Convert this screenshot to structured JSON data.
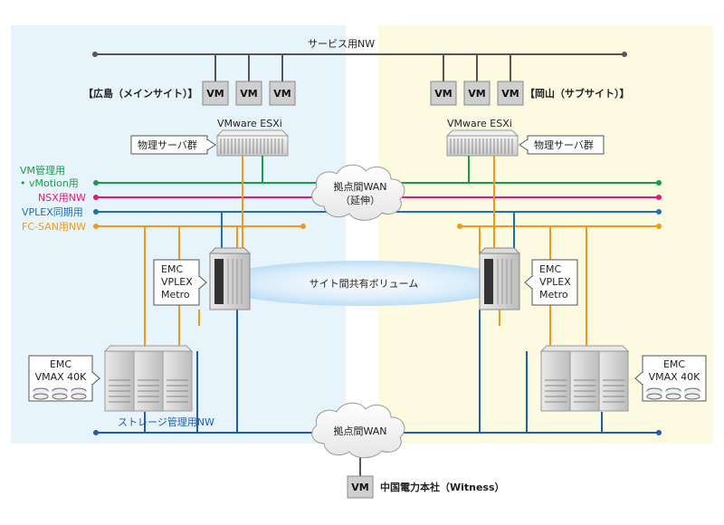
{
  "service_network": "サービス用NW",
  "sites": {
    "left": "【広島（メインサイト）】",
    "right": "【岡山（サブサイト）】"
  },
  "vm_label": "VM",
  "esxi_label": "VMware ESXi",
  "physical_servers": "物理サーバ群",
  "networks": {
    "vm_mgmt_line1": "VM管理用",
    "vm_mgmt_line2": "• vMotion用",
    "nsx": "NSX用NW",
    "vplex_sync": "VPLEX同期用",
    "fc_san": "FC-SAN用NW",
    "storage_mgmt": "ストレージ管理用NW"
  },
  "wan_extended": {
    "line1": "拠点間WAN",
    "line2": "（延伸）"
  },
  "wan": "拠点間WAN",
  "vplex": {
    "line1": "EMC",
    "line2": "VPLEX",
    "line3": "Metro"
  },
  "shared_volume": "サイト間共有ボリューム",
  "vmax": {
    "line1": "EMC",
    "line2": "VMAX 40K"
  },
  "witness": "中国電力本社（Witness）",
  "colors": {
    "left_bg": "#e8f4fc",
    "right_bg": "#fcfbe1",
    "vm_mgmt": "#1a9b4b",
    "nsx": "#e0187b",
    "vplex_sync": "#1f6fb2",
    "fc_san": "#f09a1a",
    "storage_mgmt": "#1f5fa8",
    "service": "#555555"
  }
}
